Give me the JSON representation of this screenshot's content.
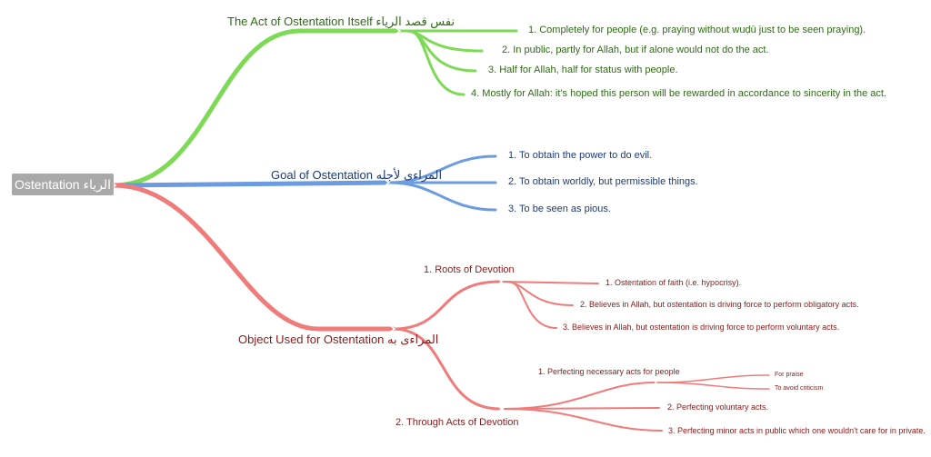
{
  "root": {
    "label": "Ostentation الرياء"
  },
  "branches": [
    {
      "title": "The Act of Ostentation Itself نفس قصد الرياء",
      "color": "#7ed957",
      "items": [
        "1.  Completely for people (e.g. praying without wuḍū just to be seen praying).",
        "2.  In public, partly for Allah, but if alone would not do the act.",
        "3.  Half for Allah, half for status with people.",
        "4.  Mostly for Allah: it's hoped this person will be rewarded in accordance to sincerity in the act."
      ]
    },
    {
      "title": "Goal of Ostentation المراءى لأجله",
      "color": "#6b9be0",
      "items": [
        "1.  To obtain the power to do evil.",
        "2.  To obtain worldly, but permissible things.",
        "3.  To be seen as pious."
      ]
    },
    {
      "title": "Object Used for Ostentation المراءى به",
      "color": "#f07b7b",
      "subs": [
        {
          "title": "1.  Roots of Devotion",
          "items": [
            "1.  Ostentation of faith (i.e. hypocrisy).",
            "2.  Believes in Allah, but ostentation is driving force to perform obligatory acts.",
            "3.  Believes in Allah, but ostentation is driving force to perform voluntary acts."
          ]
        },
        {
          "title": "2.  Through Acts of Devotion",
          "items": [
            {
              "label": "1.  Perfecting necessary acts for people",
              "children": [
                "For praise",
                "To avoid criticism"
              ]
            },
            {
              "label": "2.  Perfecting voluntary acts."
            },
            {
              "label": "3.  Perfecting minor acts in public which one wouldn't care for in private."
            }
          ]
        }
      ]
    }
  ]
}
